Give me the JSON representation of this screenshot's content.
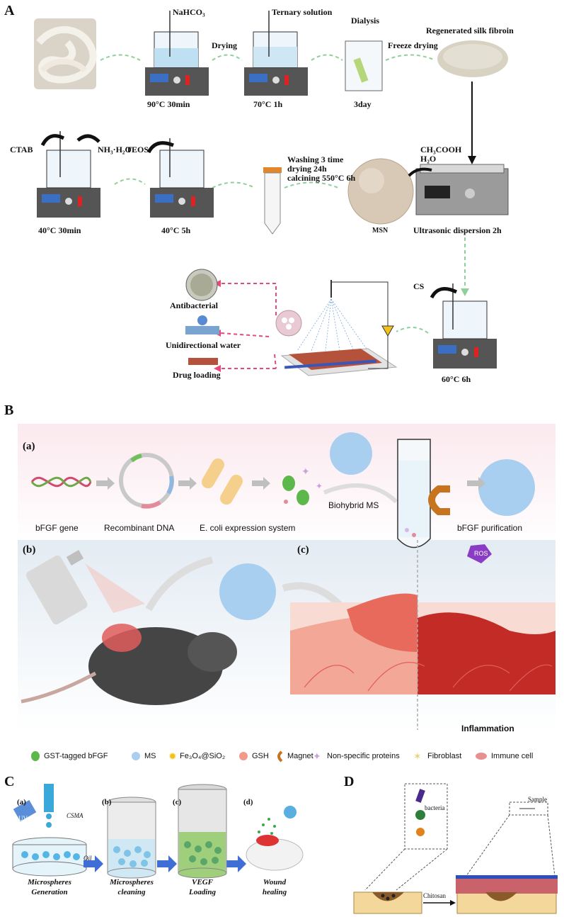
{
  "panelA": {
    "letter": "A",
    "labels": {
      "nahco3": "NaHCO₃",
      "ternary": "Ternary solution",
      "dialysis": "Dialysis",
      "regen": "Regenerated silk fibroin",
      "drying": "Drying",
      "freeze": "Freeze drying",
      "t90": "90°C  30min",
      "t70": "70°C  1h",
      "day3": "3day",
      "ctab": "CTAB",
      "nh3": "NH₃·H₂O",
      "teos": "TEOS",
      "wash1": "Washing 3 time",
      "wash2": "drying 24h",
      "wash3": "calcining 550°C 6h",
      "ch3cooh": "CH₃COOH",
      "h2o": "H₂O",
      "t40a": "40°C  30min",
      "t40b": "40°C  5h",
      "msn": "MSN",
      "ultra": "Ultrasonic dispersion 2h",
      "cs": "CS",
      "t60": "60°C  6h",
      "antibac": "Antibacterial",
      "unidir": "Unidirectional water",
      "drug": "Drug loading"
    }
  },
  "panelB": {
    "letter": "B",
    "sub_a": "(a)",
    "sub_b": "(b)",
    "sub_c": "(c)",
    "gene": "bFGF gene",
    "recomb": "Recombinant DNA",
    "ecoli": "E. coli expression system",
    "biohybrid": "Biohybrid MS",
    "purif": "bFGF purification",
    "ros": "ROS",
    "inflam": "Inflammation",
    "legend": [
      {
        "label": "GST-tagged bFGF",
        "color": "#5cb84a"
      },
      {
        "label": "MS",
        "color": "#a9cff0"
      },
      {
        "label": "Fe₃O₄@SiO₂",
        "color": "#f2c21b"
      },
      {
        "label": "GSH",
        "color": "#f29a8a"
      },
      {
        "label": "Magnet",
        "color": "#c8741e"
      },
      {
        "label": "Non-specific proteins",
        "color": "#c9a0e0"
      },
      {
        "label": "Fibroblast",
        "color": "#e8d27a"
      },
      {
        "label": "Immune cell",
        "color": "#e89090"
      }
    ]
  },
  "panelC": {
    "letter": "C",
    "steps": [
      {
        "tag": "(a)",
        "line1": "Microspheres",
        "line2": "Generation"
      },
      {
        "tag": "(b)",
        "line1": "Microspheres",
        "line2": "cleaning"
      },
      {
        "tag": "(c)",
        "line1": "VEGF",
        "line2": "Loading"
      },
      {
        "tag": "(d)",
        "line1": "Wound",
        "line2": "healing"
      }
    ],
    "uv": "UV",
    "csma": "CSMA",
    "oil": "Oil"
  },
  "panelD": {
    "letter": "D",
    "bacteria": "bacteria",
    "sample": "Sample",
    "chitosan": "Chitosan"
  }
}
